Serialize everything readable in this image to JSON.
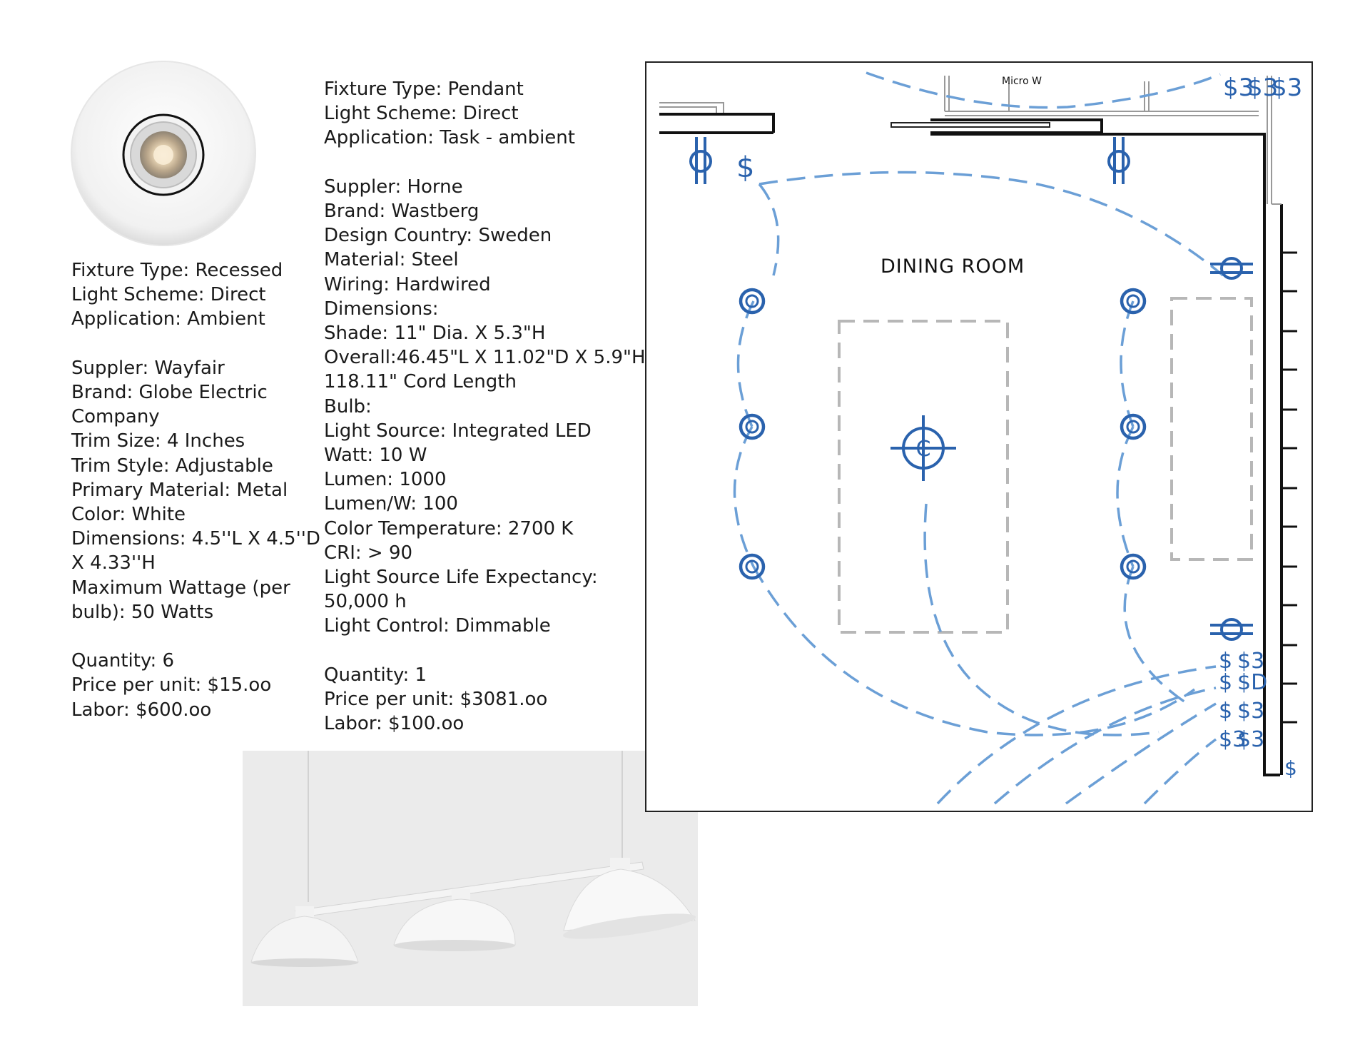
{
  "recessed": {
    "lines": [
      "Fixture Type: Recessed",
      "Light Scheme: Direct",
      "Application: Ambient",
      "",
      "Suppler: Wayfair",
      "Brand: Globe Electric",
      "Company",
      "Trim Size: 4 Inches",
      "Trim Style: Adjustable",
      "Primary Material: Metal",
      "Color: White",
      "Dimensions: 4.5''L X 4.5''D",
      "X 4.33''H",
      "Maximum Wattage (per",
      "bulb): 50 Watts",
      "",
      "Quantity: 6",
      "Price per unit: $15.oo",
      "Labor: $600.oo"
    ]
  },
  "pendant": {
    "lines": [
      "Fixture Type: Pendant",
      "Light Scheme: Direct",
      "Application: Task - ambient",
      "",
      "Suppler: Horne",
      "Brand: Wastberg",
      "Design Country: Sweden",
      "Material: Steel",
      "Wiring: Hardwired",
      "Dimensions:",
      "Shade: 11\" Dia. X 5.3\"H",
      "Overall:46.45\"L X 11.02\"D X 5.9\"H",
      "118.11\" Cord Length",
      "Bulb:",
      "Light Source: Integrated LED",
      "Watt: 10 W",
      "Lumen: 1000",
      "Lumen/W: 100",
      "Color Temperature: 2700 K",
      "CRI: > 90",
      "Light Source Life Expectancy:",
      "50,000 h",
      "Light Control: Dimmable",
      "",
      "Quantity: 1",
      "Price per unit: $3081.oo",
      "Labor: $100.oo"
    ]
  },
  "plan": {
    "room_label": "DINING ROOM",
    "appliance_label": "Micro W",
    "ceiling_fixture_label": "C",
    "switch_symbol": "$",
    "switch_3way_symbol": "$3",
    "switch_dimmer_symbol": "$D",
    "colors": {
      "wall": "#111111",
      "symbol": "#2a62ad",
      "circuit": "#6b9fd6",
      "furniture": "#b7b7b7"
    }
  },
  "icons": {
    "recessed_light": "recessed-downlight-photo",
    "pendant_light": "triple-pendant-photo",
    "plan_recessed": "recessed-light-symbol",
    "plan_outlet": "duplex-outlet-symbol",
    "plan_ceiling": "ceiling-fixture-symbol"
  }
}
